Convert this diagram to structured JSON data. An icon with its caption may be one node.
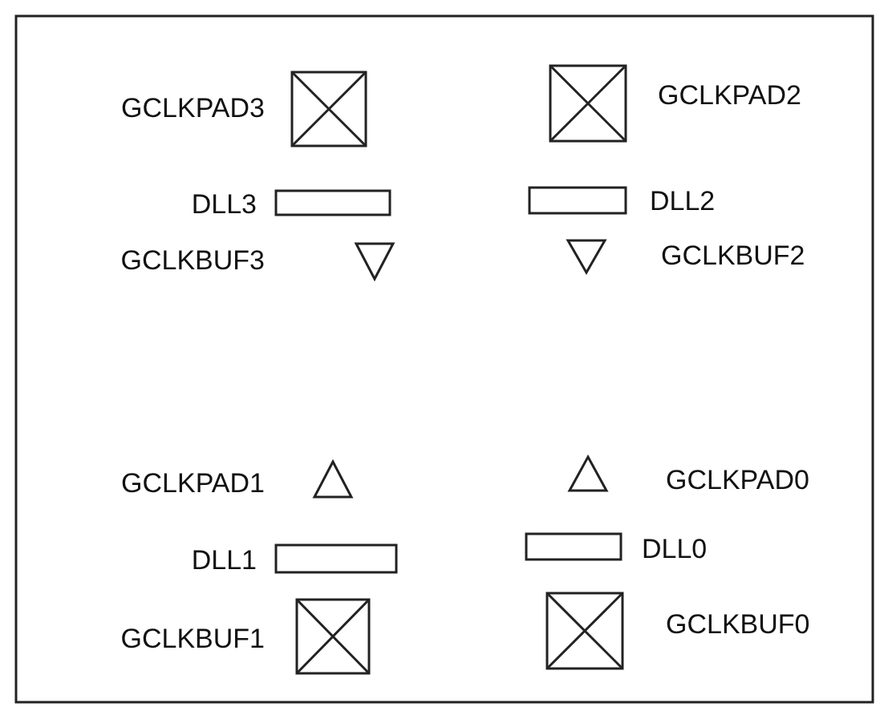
{
  "diagram": {
    "labels": [
      "GCLKPAD3",
      "GCLKPAD2",
      "DLL3",
      "DLL2",
      "GCLKBUF3",
      "GCLKBUF2",
      "GCLKPAD1",
      "GCLKPAD0",
      "DLL1",
      "DLL0",
      "GCLKBUF1",
      "GCLKBUF0"
    ]
  }
}
